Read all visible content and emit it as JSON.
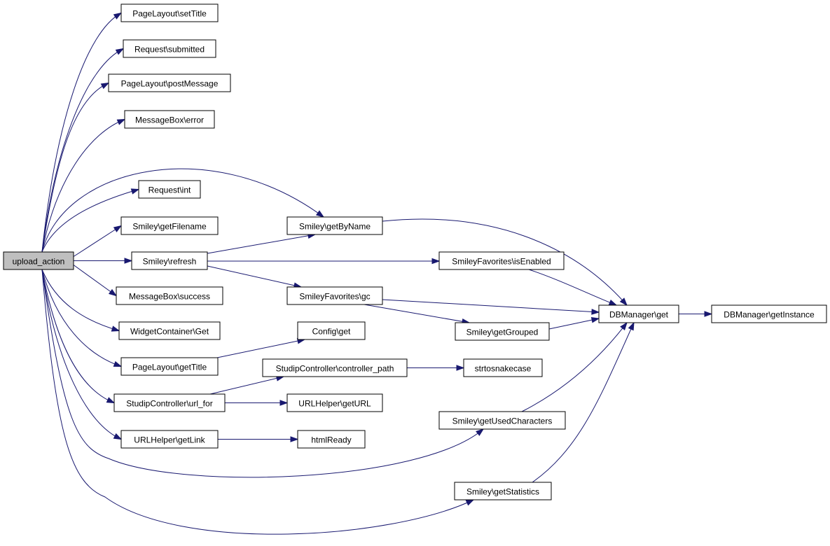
{
  "graph": {
    "edge_color": "#191970",
    "root_fill": "#bfbfbf",
    "nodes": [
      {
        "id": "upload_action",
        "label": "upload_action",
        "root": true
      },
      {
        "id": "pl_settitle",
        "label": "PageLayout\\setTitle"
      },
      {
        "id": "req_submitted",
        "label": "Request\\submitted"
      },
      {
        "id": "pl_postmessage",
        "label": "PageLayout\\postMessage"
      },
      {
        "id": "mb_error",
        "label": "MessageBox\\error"
      },
      {
        "id": "req_int",
        "label": "Request\\int"
      },
      {
        "id": "sm_getfilename",
        "label": "Smiley\\getFilename"
      },
      {
        "id": "sm_refresh",
        "label": "Smiley\\refresh"
      },
      {
        "id": "mb_success",
        "label": "MessageBox\\success"
      },
      {
        "id": "wc_get",
        "label": "WidgetContainer\\Get"
      },
      {
        "id": "pl_gettitle",
        "label": "PageLayout\\getTitle"
      },
      {
        "id": "sc_urlfor",
        "label": "StudipController\\url_for"
      },
      {
        "id": "uh_getlink",
        "label": "URLHelper\\getLink"
      },
      {
        "id": "sm_getbyname",
        "label": "Smiley\\getByName"
      },
      {
        "id": "sf_isenabled",
        "label": "SmileyFavorites\\isEnabled"
      },
      {
        "id": "sf_gc",
        "label": "SmileyFavorites\\gc"
      },
      {
        "id": "cfg_get",
        "label": "Config\\get"
      },
      {
        "id": "sc_controllerpath",
        "label": "StudipController\\controller_path"
      },
      {
        "id": "uh_geturl",
        "label": "URLHelper\\getURL"
      },
      {
        "id": "htmlready",
        "label": "htmlReady"
      },
      {
        "id": "sm_getgrouped",
        "label": "Smiley\\getGrouped"
      },
      {
        "id": "strtosnakecase",
        "label": "strtosnakecase"
      },
      {
        "id": "sm_getusedchars",
        "label": "Smiley\\getUsedCharacters"
      },
      {
        "id": "sm_getstatistics",
        "label": "Smiley\\getStatistics"
      },
      {
        "id": "dbm_get",
        "label": "DBManager\\get"
      },
      {
        "id": "dbm_getinstance",
        "label": "DBManager\\getInstance"
      }
    ],
    "edges": [
      [
        "upload_action",
        "pl_settitle"
      ],
      [
        "upload_action",
        "req_submitted"
      ],
      [
        "upload_action",
        "pl_postmessage"
      ],
      [
        "upload_action",
        "mb_error"
      ],
      [
        "upload_action",
        "sm_getbyname"
      ],
      [
        "upload_action",
        "req_int"
      ],
      [
        "upload_action",
        "sm_getfilename"
      ],
      [
        "upload_action",
        "sm_refresh"
      ],
      [
        "upload_action",
        "mb_success"
      ],
      [
        "upload_action",
        "wc_get"
      ],
      [
        "upload_action",
        "pl_gettitle"
      ],
      [
        "upload_action",
        "sc_urlfor"
      ],
      [
        "upload_action",
        "uh_getlink"
      ],
      [
        "upload_action",
        "sm_getusedchars"
      ],
      [
        "upload_action",
        "sm_getstatistics"
      ],
      [
        "sm_refresh",
        "sm_getbyname"
      ],
      [
        "sm_refresh",
        "sf_isenabled"
      ],
      [
        "sm_refresh",
        "sf_gc"
      ],
      [
        "sm_getbyname",
        "dbm_get"
      ],
      [
        "sf_isenabled",
        "dbm_get"
      ],
      [
        "sf_gc",
        "dbm_get"
      ],
      [
        "sf_gc",
        "sm_getgrouped"
      ],
      [
        "sm_getgrouped",
        "dbm_get"
      ],
      [
        "dbm_get",
        "dbm_getinstance"
      ],
      [
        "pl_gettitle",
        "cfg_get"
      ],
      [
        "sc_urlfor",
        "sc_controllerpath"
      ],
      [
        "sc_urlfor",
        "uh_geturl"
      ],
      [
        "sc_controllerpath",
        "strtosnakecase"
      ],
      [
        "uh_getlink",
        "htmlready"
      ],
      [
        "sm_getusedchars",
        "dbm_get"
      ],
      [
        "sm_getstatistics",
        "dbm_get"
      ]
    ]
  }
}
